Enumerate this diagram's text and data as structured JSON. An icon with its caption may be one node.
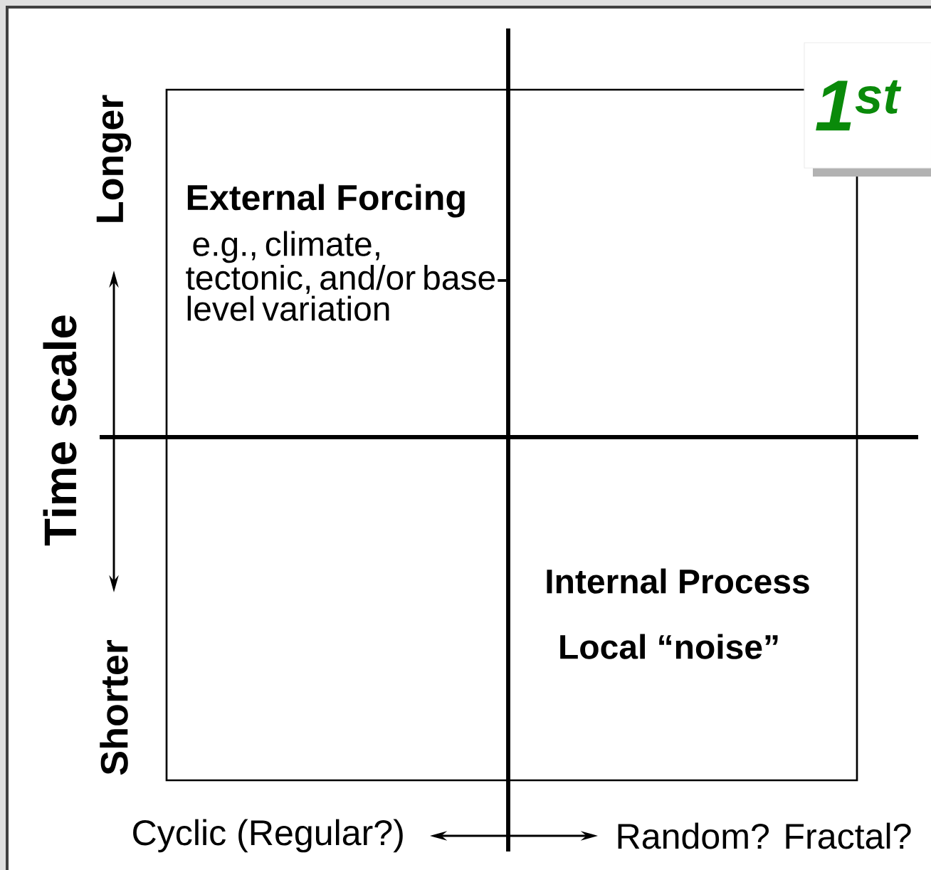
{
  "diagram": {
    "nodes": [
      {
        "text": [
          "External Forcing",
          "e.g., climate, tectonic, and/or base-level variation",
          "Internal Process",
          "Local “noise”"
        ]
      }
    ],
    "labels": [
      "1$^{st}$",
      "Longer",
      "Time scale",
      "Shorter",
      "Cyclic (Regular?)",
      "Random? Fractal?"
    ]
  }
}
